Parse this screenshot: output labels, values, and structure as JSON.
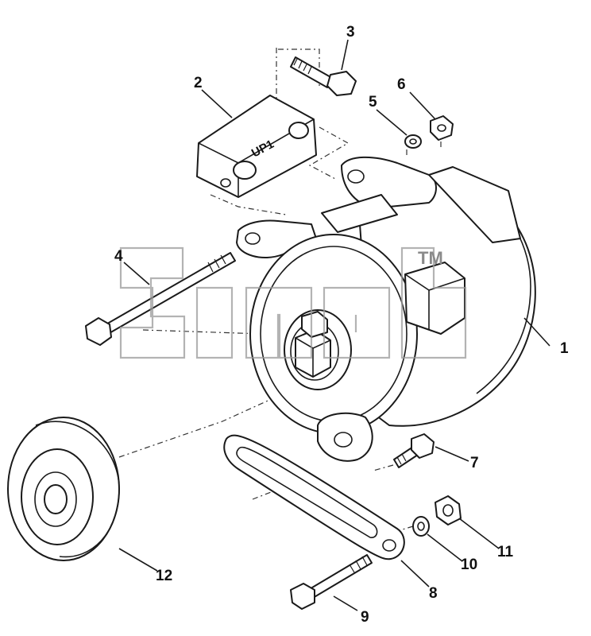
{
  "callouts": {
    "c1": "1",
    "c2": "2",
    "c3": "3",
    "c4": "4",
    "c5": "5",
    "c6": "6",
    "c7": "7",
    "c8": "8",
    "c9": "9",
    "c10": "10",
    "c11": "11",
    "c12": "12"
  },
  "bracket_stamp": "UP1",
  "watermark_tm": "TM"
}
